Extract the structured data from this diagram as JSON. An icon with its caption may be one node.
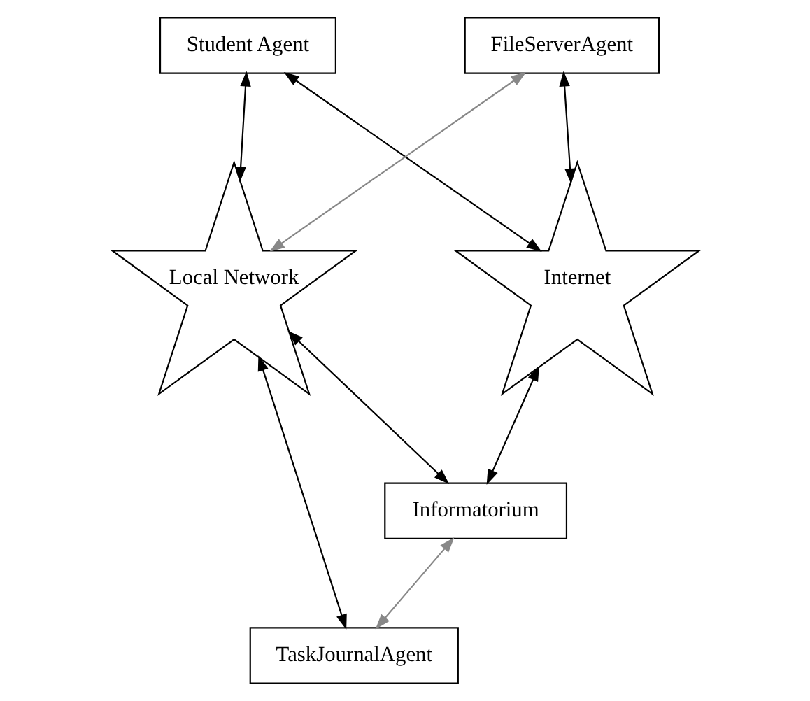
{
  "diagram": {
    "nodes": [
      {
        "text": [
          "Student Agent"
        ]
      },
      {
        "text": [
          "FileServerAgent"
        ]
      },
      {
        "text": [
          "Local Network"
        ]
      },
      {
        "text": [
          "Internet"
        ]
      },
      {
        "text": [
          "Informatorium"
        ]
      },
      {
        "text": [
          "TaskJournalAgent"
        ]
      }
    ],
    "edges": [
      {
        "from": 0,
        "to": 2,
        "arrow": "both"
      },
      {
        "from": 0,
        "to": 3,
        "arrow": "both"
      },
      {
        "from": 1,
        "to": 2,
        "arrow": "both",
        "color": "#888888"
      },
      {
        "from": 1,
        "to": 3,
        "arrow": "both"
      },
      {
        "from": 3,
        "to": 4,
        "arrow": "both"
      },
      {
        "from": 2,
        "to": 4,
        "arrow": "both"
      },
      {
        "from": 2,
        "to": 5,
        "arrow": "both"
      },
      {
        "from": 4,
        "to": 5,
        "arrow": "both",
        "color": "#888888"
      }
    ]
  }
}
